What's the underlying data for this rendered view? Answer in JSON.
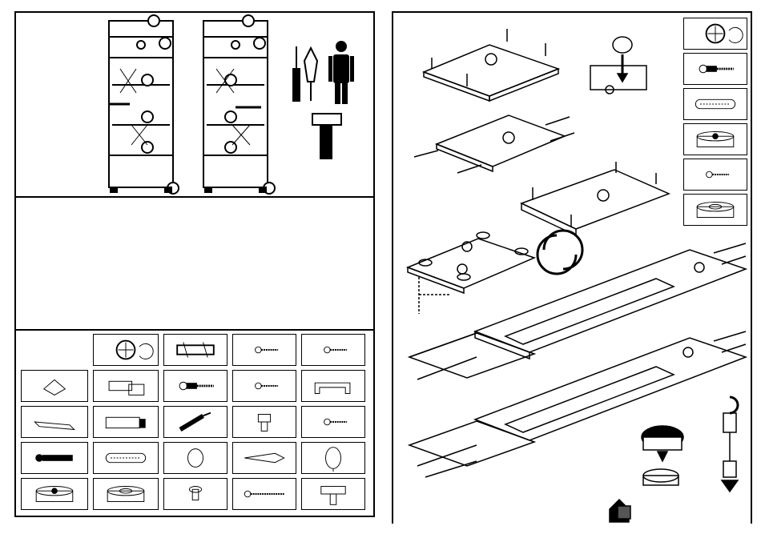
{
  "left_page": {
    "overview": {
      "cabinets": [
        "cabinet-front-view",
        "cabinet-side-view"
      ],
      "tools": [
        "screwdriver-icon",
        "screwdriver-cross-icon",
        "person-icon",
        "hammer-icon"
      ]
    },
    "hardware_grid": [
      [
        "",
        "cam-lock-icon",
        "hinge-plate-icon",
        "small-screw-icon",
        "small-screw-icon"
      ],
      [
        "wedge-icon",
        "hinge-icon",
        "cam-bolt-icon",
        "small-screw-icon",
        "handle-icon"
      ],
      [
        "shim-strip-icon",
        "drawer-runner-block-icon",
        "dowel-pin-icon",
        "shelf-support-icon",
        "small-screw-icon"
      ],
      [
        "long-bolt-icon",
        "wood-dowel-icon",
        "cap-plug-icon",
        "wall-anchor-icon",
        "cover-cap-icon"
      ],
      [
        "foot-glide-large-icon",
        "foot-ring-icon",
        "push-pin-icon",
        "long-screw-icon",
        "wall-bracket-icon"
      ]
    ]
  },
  "right_page": {
    "legend_icons": [
      "cam-lock-icon",
      "cam-bolt-icon",
      "wood-dowel-icon",
      "foot-glide-large-icon",
      "small-screw-icon",
      "foot-ring-icon"
    ],
    "steps": [
      "top-panel-step",
      "cam-insert-step",
      "base-panel-step",
      "plinth-step",
      "bottom-panel-step",
      "rotate-step",
      "side-panel-step-1",
      "side-panel-step-2",
      "foot-press-step",
      "leveler-step"
    ],
    "footer_icon": "assembly-hint-icon"
  }
}
